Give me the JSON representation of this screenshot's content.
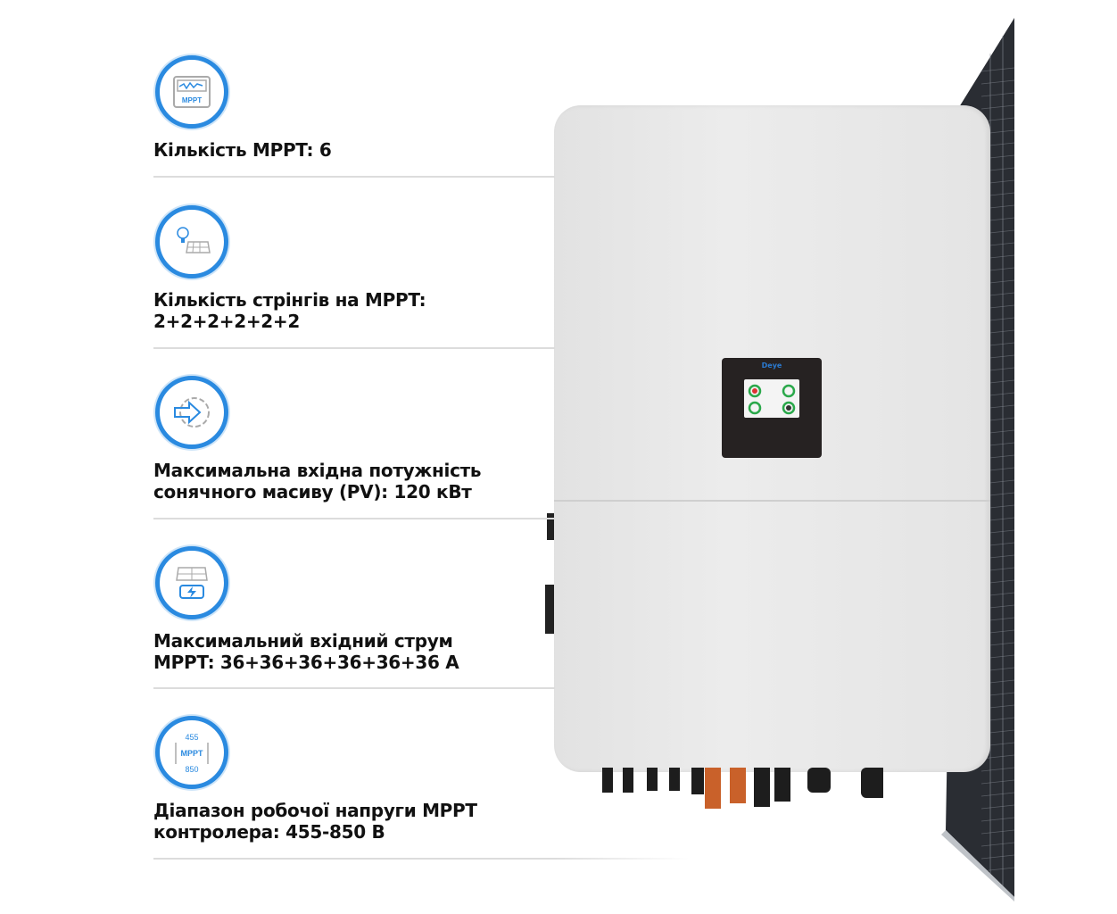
{
  "features": [
    {
      "icon": "mppt-monitor-icon",
      "icon_label": "MPPT",
      "lines": [
        "Кількість MPPT: 6"
      ]
    },
    {
      "icon": "bulb-solar-panel-icon",
      "lines": [
        "Кількість стрінгів на MPPT:",
        "2+2+2+2+2+2"
      ]
    },
    {
      "icon": "power-input-arrow-icon",
      "lines": [
        "Максимальна вхідна потужність",
        "сонячного масиву (PV): 120 кВт"
      ]
    },
    {
      "icon": "solar-panel-charge-icon",
      "lines": [
        "Максимальний вхідний струм",
        "MPPT: 36+36+36+36+36+36 А"
      ]
    },
    {
      "icon": "mppt-voltage-range-icon",
      "icon_label": "MPPT",
      "icon_top": "455",
      "icon_bottom": "850",
      "lines": [
        "Діапазон робочої напруги MPPT",
        "контролера: 455-850 В"
      ]
    }
  ],
  "product": {
    "brand": "Deye"
  },
  "colors": {
    "accent": "#2a8ae0",
    "text": "#111111",
    "divider": "#dcdcdc"
  }
}
